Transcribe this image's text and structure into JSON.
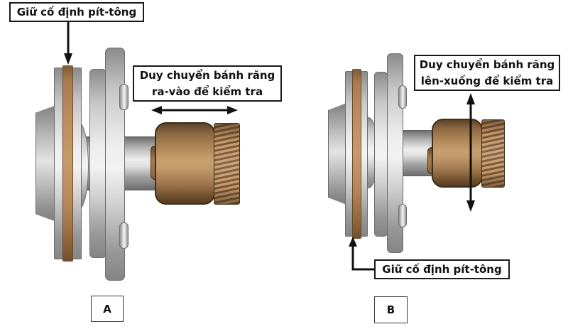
{
  "diagram": {
    "callouts": {
      "top_left": {
        "text": "Giữ cố định pít-tông"
      },
      "inout": {
        "line1": "Duy chuyển bánh răng",
        "line2": "ra-vào để kiểm tra"
      },
      "updown": {
        "line1": "Duy chuyển bánh răng",
        "line2": "lên-xuống để kiểm tra"
      },
      "bottom_right": {
        "text": "Giữ cố định pít-tông"
      }
    },
    "figure_labels": {
      "left": "A",
      "right": "B"
    },
    "icons": {
      "arrow_down": "down-arrow",
      "arrow_in_out": "left-right-double-arrow",
      "arrow_up_down": "up-down-double-arrow",
      "arrow_elbow": "elbow-up-arrow"
    },
    "colors": {
      "outline": "#1a1a1a",
      "friction_strip": "#b5885c",
      "gear_body": "#c49a6c",
      "metal_light": "#eeeeee",
      "background": "#ffffff"
    }
  }
}
